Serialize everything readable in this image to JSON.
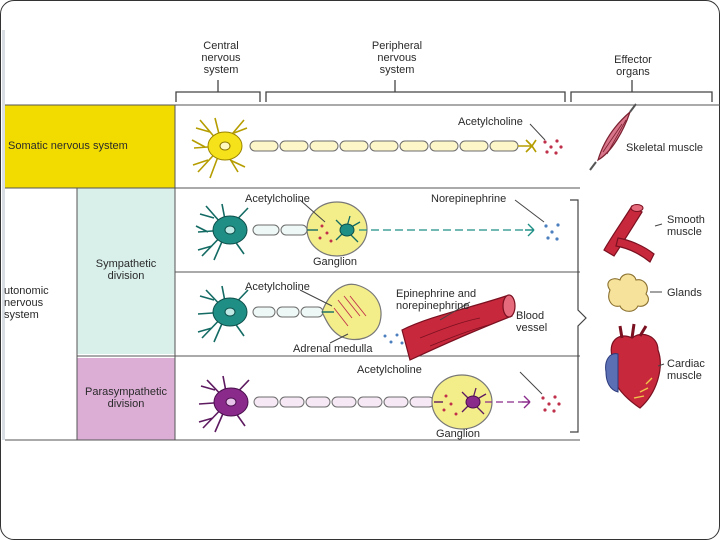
{
  "header": {
    "central_label": [
      "Central",
      "nervous",
      "system"
    ],
    "peripheral_label": [
      "Peripheral",
      "nervous",
      "system"
    ],
    "effector_label": [
      "Effector",
      "organs"
    ]
  },
  "somatic": {
    "label": "Somatic nervous system",
    "neurotransmitter": "Acetylcholine",
    "effector": "Skeletal muscle"
  },
  "autonomic": {
    "label": [
      "utonomic",
      "nervous",
      "system"
    ]
  },
  "sympathetic": {
    "label": [
      "Sympathetic",
      "division"
    ],
    "pre_neurotransmitter": "Acetylcholine",
    "ganglion_label": "Ganglion",
    "post_neurotransmitter": "Norepinephrine"
  },
  "adrenal": {
    "neurotransmitter": "Acetylcholine",
    "gland_label": "Adrenal medulla",
    "hormones_label": [
      "Epinephrine and",
      "norepinephrine"
    ],
    "vessel_label": [
      "Blood",
      "vessel"
    ]
  },
  "parasympathetic": {
    "label": [
      "Parasympathetic",
      "division"
    ],
    "neurotransmitter": "Acetylcholine",
    "ganglion_label": "Ganglion"
  },
  "effectors": {
    "smooth": [
      "Smooth",
      "muscle"
    ],
    "glands": "Glands",
    "cardiac": [
      "Cardiac",
      "muscle"
    ]
  },
  "colors": {
    "somatic_band": "#f2dc00",
    "sympathetic_band": "#d9f0ea",
    "parasympathetic_band": "#dcaed6",
    "cns_neuron_yellow": "#f5e21a",
    "sympathetic_neuron": "#1f8f86",
    "parasympathetic_neuron": "#8a2b8c",
    "ganglion_fill": "#f4ee8a",
    "vessel": "#c8283c"
  }
}
